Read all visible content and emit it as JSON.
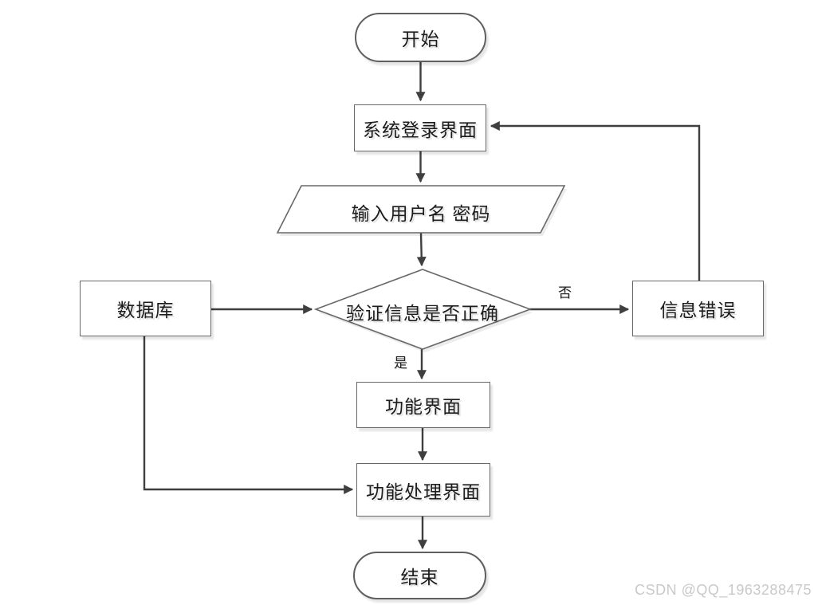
{
  "diagram": {
    "type": "flowchart",
    "nodes": {
      "start": {
        "label": "开始",
        "shape": "stadium"
      },
      "login": {
        "label": "系统登录界面",
        "shape": "rect"
      },
      "input": {
        "label": "输入用户名 密码",
        "shape": "parallelogram"
      },
      "verify": {
        "label": "验证信息是否正确",
        "shape": "diamond"
      },
      "database": {
        "label": "数据库",
        "shape": "rect"
      },
      "error": {
        "label": "信息错误",
        "shape": "rect"
      },
      "function_ui": {
        "label": "功能界面",
        "shape": "rect"
      },
      "function_process": {
        "label": "功能处理界面",
        "shape": "rect"
      },
      "end": {
        "label": "结束",
        "shape": "stadium"
      }
    },
    "edges": [
      {
        "from": "start",
        "to": "login",
        "label": ""
      },
      {
        "from": "login",
        "to": "input",
        "label": ""
      },
      {
        "from": "input",
        "to": "verify",
        "label": ""
      },
      {
        "from": "database",
        "to": "verify",
        "label": ""
      },
      {
        "from": "verify",
        "to": "error",
        "label": "否"
      },
      {
        "from": "verify",
        "to": "function_ui",
        "label": "是"
      },
      {
        "from": "error",
        "to": "login",
        "label": ""
      },
      {
        "from": "function_ui",
        "to": "function_process",
        "label": ""
      },
      {
        "from": "database",
        "to": "function_process",
        "label": ""
      },
      {
        "from": "function_process",
        "to": "end",
        "label": ""
      }
    ],
    "edge_labels": {
      "no": "否",
      "yes": "是"
    },
    "colors": {
      "background": "#ffffff",
      "connector": "#3f3f3f",
      "shape_border": "#686868",
      "text": "#1c1c1c",
      "watermark": "#c9c9c9"
    }
  },
  "watermark": {
    "text": "CSDN @QQ_1963288475"
  }
}
